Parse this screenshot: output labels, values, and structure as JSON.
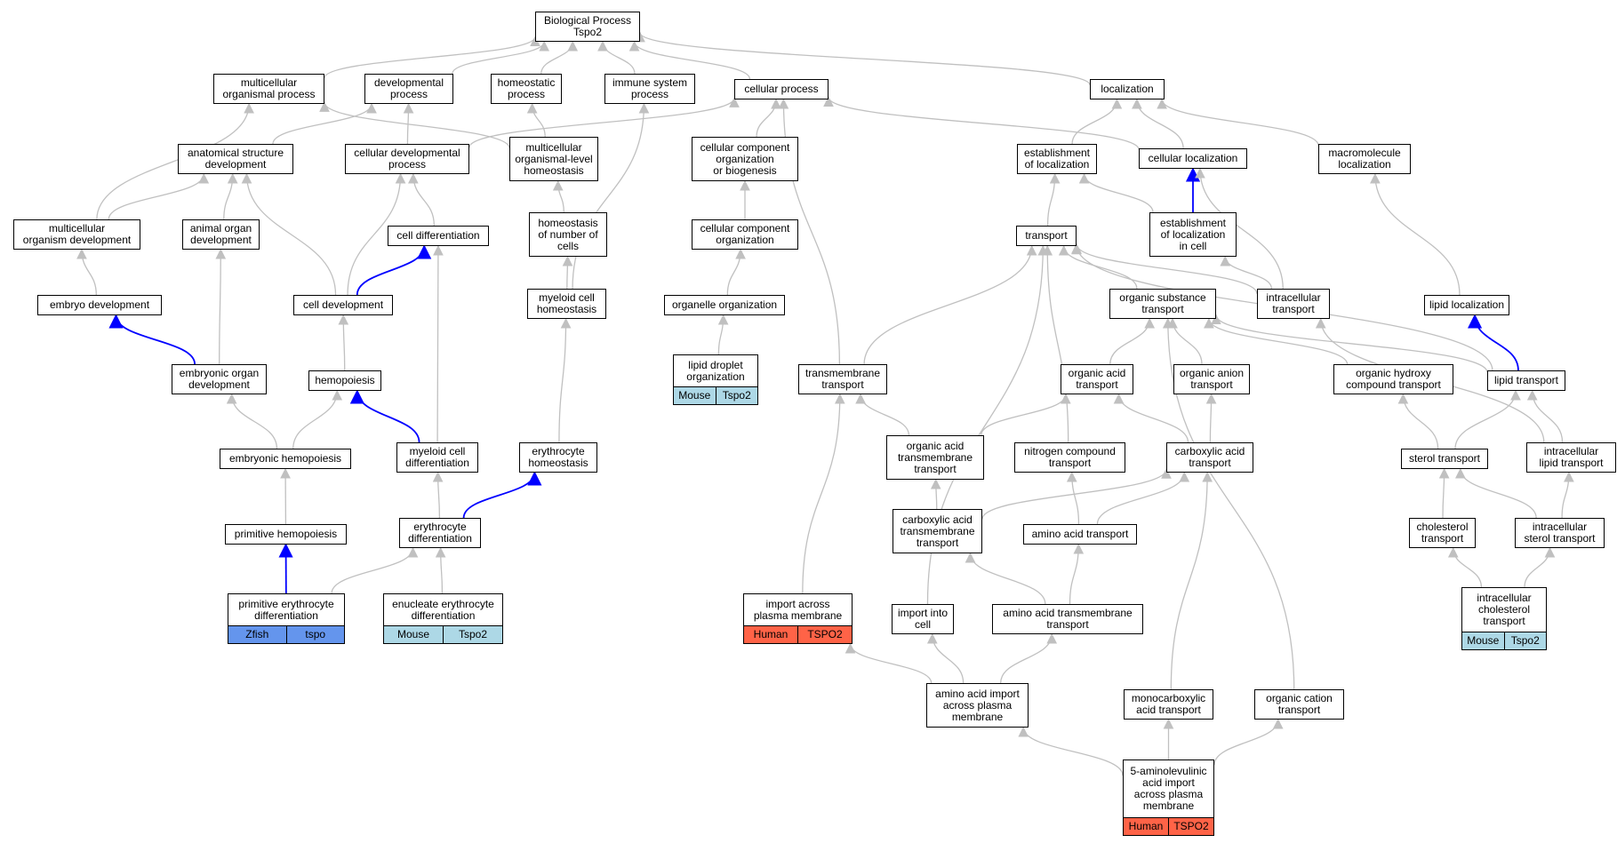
{
  "colors": {
    "edge_gray": "#c0c0c0",
    "edge_blue": "#0000ff",
    "mouse": "#add8e6",
    "zfish": "#6495ed",
    "human": "#ff6347"
  },
  "nodes": {
    "bp": {
      "label": "Biological Process\nTspo2"
    },
    "multi_proc": {
      "label": "multicellular\norganismal process"
    },
    "dev_proc": {
      "label": "developmental\nprocess"
    },
    "homeo_proc": {
      "label": "homeostatic\nprocess"
    },
    "immune": {
      "label": "immune system\nprocess"
    },
    "cell_proc": {
      "label": "cellular process"
    },
    "localization": {
      "label": "localization"
    },
    "anat": {
      "label": "anatomical structure\ndevelopment"
    },
    "cell_dev_proc": {
      "label": "cellular developmental\nprocess"
    },
    "mo_homeo": {
      "label": "multicellular\norganismal-level\nhomeostasis"
    },
    "ccob": {
      "label": "cellular component\norganization\nor biogenesis"
    },
    "est_loc": {
      "label": "establishment\nof localization"
    },
    "cell_loc": {
      "label": "cellular localization"
    },
    "macro_loc": {
      "label": "macromolecule\nlocalization"
    },
    "mo_dev": {
      "label": "multicellular\norganism development"
    },
    "animal_organ": {
      "label": "animal organ\ndevelopment"
    },
    "cell_diff": {
      "label": "cell differentiation"
    },
    "homeo_num": {
      "label": "homeostasis\nof number of\ncells"
    },
    "cco": {
      "label": "cellular component\norganization"
    },
    "transport": {
      "label": "transport"
    },
    "est_loc_cell": {
      "label": "establishment\nof localization\nin cell"
    },
    "embryo_dev": {
      "label": "embryo development"
    },
    "cell_dev": {
      "label": "cell development"
    },
    "myeloid_homeo": {
      "label": "myeloid cell\nhomeostasis"
    },
    "organelle_org": {
      "label": "organelle organization"
    },
    "org_sub": {
      "label": "organic substance\ntransport"
    },
    "intra_trans": {
      "label": "intracellular\ntransport"
    },
    "lipid_loc": {
      "label": "lipid localization"
    },
    "lipid_droplet": {
      "label": "lipid droplet\norganization",
      "ann": [
        "Mouse",
        "Tspo2"
      ]
    },
    "emb_organ": {
      "label": "embryonic organ\ndevelopment"
    },
    "hemopoiesis": {
      "label": "hemopoiesis"
    },
    "tm_trans": {
      "label": "transmembrane\ntransport"
    },
    "org_acid": {
      "label": "organic acid\ntransport"
    },
    "org_anion": {
      "label": "organic anion\ntransport"
    },
    "org_hydroxy": {
      "label": "organic hydroxy\ncompound transport"
    },
    "lipid_trans": {
      "label": "lipid transport"
    },
    "emb_hemo": {
      "label": "embryonic hemopoiesis"
    },
    "myeloid_diff": {
      "label": "myeloid cell\ndifferentiation"
    },
    "ery_homeo": {
      "label": "erythrocyte\nhomeostasis"
    },
    "oa_tm": {
      "label": "organic acid\ntransmembrane\ntransport"
    },
    "nitrogen": {
      "label": "nitrogen compound\ntransport"
    },
    "carbox": {
      "label": "carboxylic acid\ntransport"
    },
    "sterol": {
      "label": "sterol transport"
    },
    "intra_lipid": {
      "label": "intracellular\nlipid transport"
    },
    "prim_hemo": {
      "label": "primitive hemopoiesis"
    },
    "ery_diff": {
      "label": "erythrocyte\ndifferentiation"
    },
    "ca_tm": {
      "label": "carboxylic acid\ntransmembrane\ntransport"
    },
    "aa_trans": {
      "label": "amino acid transport"
    },
    "cholesterol": {
      "label": "cholesterol\ntransport"
    },
    "intra_sterol": {
      "label": "intracellular\nsterol transport"
    },
    "prim_ery": {
      "label": "primitive erythrocyte\ndifferentiation",
      "ann": [
        "Zfish",
        "tspo"
      ]
    },
    "enucleate": {
      "label": "enucleate erythrocyte\ndifferentiation",
      "ann": [
        "Mouse",
        "Tspo2"
      ]
    },
    "import_pm": {
      "label": "import across\nplasma membrane",
      "ann": [
        "Human",
        "TSPO2"
      ]
    },
    "import_cell": {
      "label": "import into\ncell"
    },
    "aa_tm": {
      "label": "amino acid transmembrane\ntransport"
    },
    "intra_chol": {
      "label": "intracellular\ncholesterol\ntransport",
      "ann": [
        "Mouse",
        "Tspo2"
      ]
    },
    "aa_import": {
      "label": "amino acid import\nacross plasma\nmembrane"
    },
    "monocarb": {
      "label": "monocarboxylic\nacid transport"
    },
    "org_cation": {
      "label": "organic cation\ntransport"
    },
    "ala": {
      "label": "5-aminolevulinic\nacid import\nacross plasma\nmembrane",
      "ann": [
        "Human",
        "TSPO2"
      ]
    }
  },
  "edges": [
    [
      "multi_proc",
      "bp",
      "gray"
    ],
    [
      "dev_proc",
      "bp",
      "gray"
    ],
    [
      "homeo_proc",
      "bp",
      "gray"
    ],
    [
      "immune",
      "bp",
      "gray"
    ],
    [
      "cell_proc",
      "bp",
      "gray"
    ],
    [
      "localization",
      "bp",
      "gray"
    ],
    [
      "anat",
      "dev_proc",
      "gray"
    ],
    [
      "cell_dev_proc",
      "dev_proc",
      "gray"
    ],
    [
      "cell_dev_proc",
      "cell_proc",
      "gray"
    ],
    [
      "mo_homeo",
      "homeo_proc",
      "gray"
    ],
    [
      "mo_homeo",
      "multi_proc",
      "gray"
    ],
    [
      "ccob",
      "cell_proc",
      "gray"
    ],
    [
      "est_loc",
      "localization",
      "gray"
    ],
    [
      "cell_loc",
      "localization",
      "gray"
    ],
    [
      "cell_loc",
      "cell_proc",
      "gray"
    ],
    [
      "macro_loc",
      "localization",
      "gray"
    ],
    [
      "mo_dev",
      "multi_proc",
      "gray"
    ],
    [
      "mo_dev",
      "anat",
      "gray"
    ],
    [
      "animal_organ",
      "anat",
      "gray"
    ],
    [
      "cell_diff",
      "cell_dev_proc",
      "gray"
    ],
    [
      "homeo_num",
      "mo_homeo",
      "gray"
    ],
    [
      "cco",
      "ccob",
      "gray"
    ],
    [
      "transport",
      "est_loc",
      "gray"
    ],
    [
      "est_loc_cell",
      "est_loc",
      "gray"
    ],
    [
      "est_loc_cell",
      "cell_loc",
      "blue"
    ],
    [
      "embryo_dev",
      "mo_dev",
      "gray"
    ],
    [
      "cell_dev",
      "cell_diff",
      "blue"
    ],
    [
      "cell_dev",
      "cell_dev_proc",
      "gray"
    ],
    [
      "cell_dev",
      "anat",
      "gray"
    ],
    [
      "myeloid_homeo",
      "homeo_num",
      "gray"
    ],
    [
      "myeloid_homeo",
      "immune",
      "gray"
    ],
    [
      "organelle_org",
      "cco",
      "gray"
    ],
    [
      "org_sub",
      "transport",
      "gray"
    ],
    [
      "intra_trans",
      "transport",
      "gray"
    ],
    [
      "intra_trans",
      "est_loc_cell",
      "gray"
    ],
    [
      "intra_trans",
      "cell_loc",
      "gray"
    ],
    [
      "lipid_loc",
      "macro_loc",
      "gray"
    ],
    [
      "lipid_droplet",
      "organelle_org",
      "gray"
    ],
    [
      "emb_organ",
      "embryo_dev",
      "blue"
    ],
    [
      "emb_organ",
      "animal_organ",
      "gray"
    ],
    [
      "hemopoiesis",
      "cell_dev",
      "gray"
    ],
    [
      "tm_trans",
      "transport",
      "gray"
    ],
    [
      "tm_trans",
      "cell_proc",
      "gray"
    ],
    [
      "org_acid",
      "org_sub",
      "gray"
    ],
    [
      "org_anion",
      "org_sub",
      "gray"
    ],
    [
      "org_hydroxy",
      "org_sub",
      "gray"
    ],
    [
      "lipid_trans",
      "org_sub",
      "gray"
    ],
    [
      "lipid_trans",
      "lipid_loc",
      "blue"
    ],
    [
      "lipid_trans",
      "transport",
      "gray"
    ],
    [
      "emb_hemo",
      "emb_organ",
      "gray"
    ],
    [
      "emb_hemo",
      "hemopoiesis",
      "gray"
    ],
    [
      "myeloid_diff",
      "hemopoiesis",
      "blue"
    ],
    [
      "myeloid_diff",
      "cell_diff",
      "gray"
    ],
    [
      "ery_homeo",
      "myeloid_homeo",
      "gray"
    ],
    [
      "oa_tm",
      "org_acid",
      "gray"
    ],
    [
      "oa_tm",
      "tm_trans",
      "gray"
    ],
    [
      "nitrogen",
      "transport",
      "gray"
    ],
    [
      "carbox",
      "org_acid",
      "gray"
    ],
    [
      "carbox",
      "org_anion",
      "gray"
    ],
    [
      "sterol",
      "org_hydroxy",
      "gray"
    ],
    [
      "sterol",
      "lipid_trans",
      "gray"
    ],
    [
      "intra_lipid",
      "lipid_trans",
      "gray"
    ],
    [
      "intra_lipid",
      "intra_trans",
      "gray"
    ],
    [
      "prim_hemo",
      "emb_hemo",
      "gray"
    ],
    [
      "ery_diff",
      "myeloid_diff",
      "gray"
    ],
    [
      "ery_diff",
      "ery_homeo",
      "blue"
    ],
    [
      "ca_tm",
      "oa_tm",
      "gray"
    ],
    [
      "ca_tm",
      "carbox",
      "gray"
    ],
    [
      "aa_trans",
      "carbox",
      "gray"
    ],
    [
      "aa_trans",
      "nitrogen",
      "gray"
    ],
    [
      "cholesterol",
      "sterol",
      "gray"
    ],
    [
      "intra_sterol",
      "sterol",
      "gray"
    ],
    [
      "intra_sterol",
      "intra_lipid",
      "gray"
    ],
    [
      "prim_ery",
      "prim_hemo",
      "blue"
    ],
    [
      "prim_ery",
      "ery_diff",
      "gray"
    ],
    [
      "enucleate",
      "ery_diff",
      "gray"
    ],
    [
      "import_pm",
      "tm_trans",
      "gray"
    ],
    [
      "import_cell",
      "transport",
      "gray"
    ],
    [
      "aa_tm",
      "ca_tm",
      "gray"
    ],
    [
      "aa_tm",
      "aa_trans",
      "gray"
    ],
    [
      "intra_chol",
      "cholesterol",
      "gray"
    ],
    [
      "intra_chol",
      "intra_sterol",
      "gray"
    ],
    [
      "aa_import",
      "import_pm",
      "gray"
    ],
    [
      "aa_import",
      "import_cell",
      "gray"
    ],
    [
      "aa_import",
      "aa_tm",
      "gray"
    ],
    [
      "monocarb",
      "carbox",
      "gray"
    ],
    [
      "org_cation",
      "org_sub",
      "gray"
    ],
    [
      "ala",
      "aa_import",
      "gray"
    ],
    [
      "ala",
      "monocarb",
      "gray"
    ],
    [
      "ala",
      "org_cation",
      "gray"
    ]
  ]
}
